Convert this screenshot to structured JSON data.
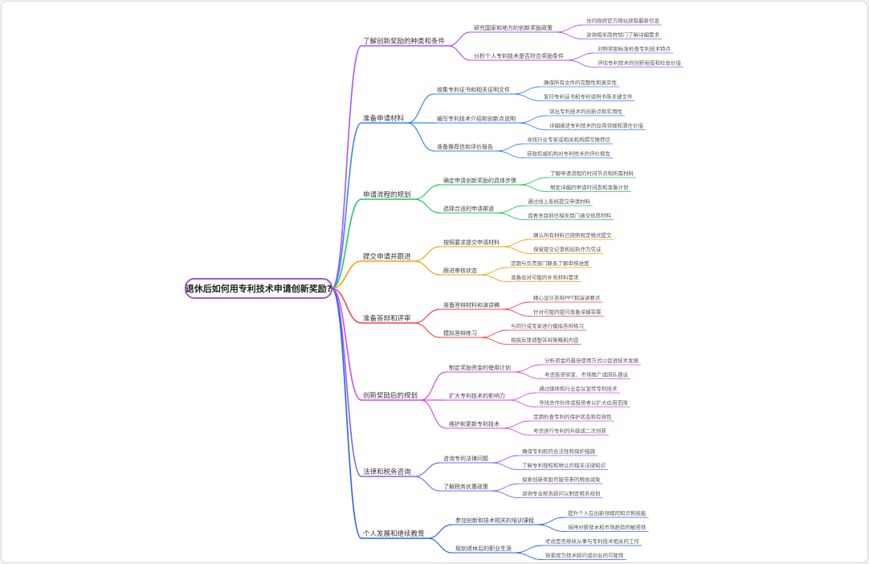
{
  "mindmap": {
    "root": "退休后如何用专利技术申请创新奖励?",
    "branches": [
      {
        "label": "了解创新奖励的种类和条件",
        "color": "#a855f7",
        "children": [
          {
            "label": "研究国家和地方的创新奖励政策",
            "children": [
              "访问政府官方网站获取最新信息",
              "咨询相关政府部门了解详细要求"
            ]
          },
          {
            "label": "分析个人专利技术是否符合奖励条件",
            "children": [
              "对照奖励标准检查专利技术特点",
              "评估专利技术的创新程度和社会价值"
            ]
          }
        ]
      },
      {
        "label": "准备申请材料",
        "color": "#3b82f6",
        "children": [
          {
            "label": "收集专利证书和相关证明文件",
            "children": [
              "确保所有文件的完整性和真实性",
              "复印专利证书和专利说明书等关键文件"
            ]
          },
          {
            "label": "编写专利技术介绍和创新点说明",
            "children": [
              "突出专利技术的创新点和实用性",
              "详细阐述专利技术的应用领域和潜在价值"
            ]
          },
          {
            "label": "准备推荐信和评价报告",
            "children": [
              "寻找行业专家或相关机构撰写推荐信",
              "获取权威机构对专利技术的评价报告"
            ]
          }
        ]
      },
      {
        "label": "申请流程的规划",
        "color": "#22c55e",
        "children": [
          {
            "label": "确定申请创新奖励的具体步骤",
            "children": [
              "了解申请流程的时间节点和所需材料",
              "制定详细的申请时间表和准备计划"
            ]
          },
          {
            "label": "选择合适的申请渠道",
            "children": [
              "通过线上系统提交申请材料",
              "或者亲自前往相关部门递交纸质材料"
            ]
          }
        ]
      },
      {
        "label": "提交申请并跟进",
        "color": "#f59e0b",
        "children": [
          {
            "label": "按照要求提交申请材料",
            "children": [
              "确认所有材料已按照规定格式提交",
              "保留提交记录和回执作为凭证"
            ]
          },
          {
            "label": "跟进审核状态",
            "children": [
              "定期与负责部门联系了解审核进度",
              "准备应对可能的补充材料要求"
            ]
          }
        ]
      },
      {
        "label": "准备答辩和评审",
        "color": "#ef4444",
        "children": [
          {
            "label": "准备答辩材料和演讲稿",
            "children": [
              "精心设计答辩PPT和演讲要点",
              "针对可能的提问准备详细答案"
            ]
          },
          {
            "label": "模拟答辩练习",
            "children": [
              "与同行或专家进行模拟答辩练习",
              "根据反馈调整答辩策略和内容"
            ]
          }
        ]
      },
      {
        "label": "创新奖励后的规划",
        "color": "#d946ef",
        "children": [
          {
            "label": "制定奖励资金的使用计划",
            "children": [
              "分析资金的最佳使用方式以促进技术发展",
              "考虑投资研发、市场推广或团队建设"
            ]
          },
          {
            "label": "扩大专利技术的影响力",
            "children": [
              "通过媒体和行业会议宣传专利技术",
              "寻找合作伙伴或投资者以扩大应用范围"
            ]
          },
          {
            "label": "维护和更新专利技术",
            "children": [
              "定期检查专利的保护状态和有效性",
              "考虑进行专利的升级或二次创新"
            ]
          }
        ]
      },
      {
        "label": "法律和税务咨询",
        "color": "#8b5cf6",
        "children": [
          {
            "label": "咨询专利法律问题",
            "children": [
              "确保专利权的合法性和保护措施",
              "了解专利授权和转让的相关法律知识"
            ]
          },
          {
            "label": "了解税务优惠政策",
            "children": [
              "探索创新奖励可能带来的税收减免",
              "咨询专业税务顾问以制定税务规划"
            ]
          }
        ]
      },
      {
        "label": "个人发展和继续教育",
        "color": "#2563eb",
        "children": [
          {
            "label": "参加创新和技术相关的培训课程",
            "children": [
              "提升个人在创新领域的知识和技能",
              "保持对新技术和市场趋势的敏感性"
            ]
          },
          {
            "label": "规划退休后的职业生涯",
            "children": [
              "考虑是否继续从事与专利技术相关的工作",
              "探索成为技术顾问或创业的可能性"
            ]
          }
        ]
      }
    ]
  }
}
